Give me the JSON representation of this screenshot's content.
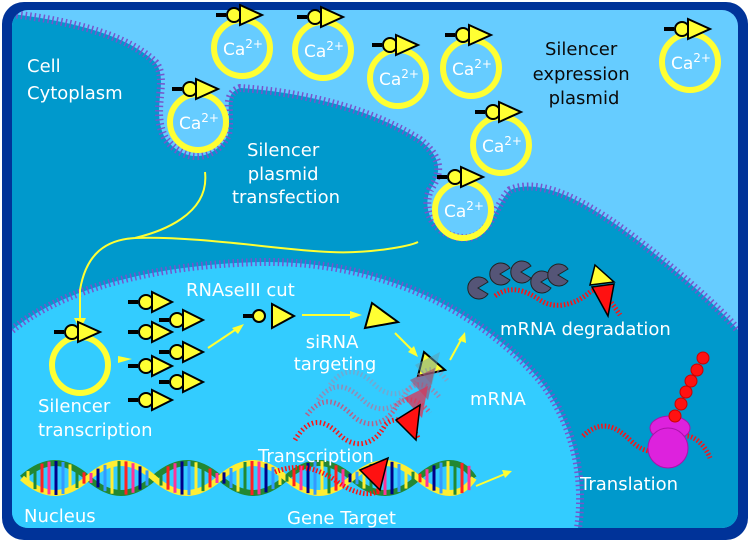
{
  "title": "RNA interference silencer plasmid diagram",
  "colors": {
    "frame": "#003399",
    "extracellular": "#66ccff",
    "cytoplasm": "#0099cc",
    "nucleus": "#33ccff",
    "membrane": "#7755cc",
    "plasmid": "#ffff33",
    "mrna": "#ff1111",
    "ribosome": "#dd22dd",
    "nuclease": "#555577",
    "arrow": "#ffff33"
  },
  "labels": {
    "cell_cytoplasm": [
      "Cell",
      "Cytoplasm"
    ],
    "silencer_expression_plasmid": [
      "Silencer",
      "expression",
      "plasmid"
    ],
    "silencer_plasmid_transfection": [
      "Silencer",
      "plasmid",
      "transfection"
    ],
    "rnaseiii_cut": "RNAseIII cut",
    "sirna_targeting": [
      "siRNA",
      "targeting"
    ],
    "mrna_degradation": "mRNA degradation",
    "mrna": "mRNA",
    "silencer_transcription": [
      "Silencer",
      "transcription"
    ],
    "transcription": "Transcription",
    "translation": "Translation",
    "nucleus": "Nucleus",
    "gene_target": "Gene Target"
  },
  "ca_complex": {
    "base": "Ca",
    "superscript": "2+",
    "count": 8
  }
}
